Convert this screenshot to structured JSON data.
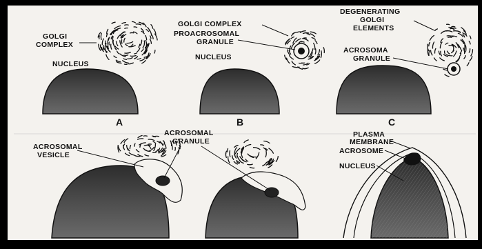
{
  "colors": {
    "frame": "#000000",
    "paper": "#f4f2ee",
    "ink": "#111111",
    "nucleus_dark": "#2c2c2c",
    "nucleus_light": "#6a6a6a"
  },
  "panel_a": {
    "letter": "A",
    "golgi_line1": "GOLGI",
    "golgi_line2": "COMPLEX",
    "nucleus": "NUCLEUS"
  },
  "panel_b": {
    "letter": "B",
    "golgi": "GOLGI COMPLEX",
    "proacro_line1": "PROACROSOMAL",
    "proacro_line2": "GRANULE",
    "nucleus": "NUCLEUS"
  },
  "panel_c": {
    "letter": "C",
    "degen_line1": "DEGENERATING",
    "degen_line2": "GOLGI",
    "degen_line3": "ELEMENTS",
    "acro_line1": "ACROSOMA",
    "acro_line2": "GRANULE"
  },
  "panel_d": {
    "vesicle_line1": "ACROSOMAL",
    "vesicle_line2": "VESICLE",
    "granule_line1": "ACROSOMAL",
    "granule_line2": "GRANULE"
  },
  "panel_e": {
    "plasma_line1": "PLASMA",
    "plasma_line2": "MEMBRANE",
    "acrosome": "ACROSOME",
    "nucleus": "NUCLEUS"
  }
}
